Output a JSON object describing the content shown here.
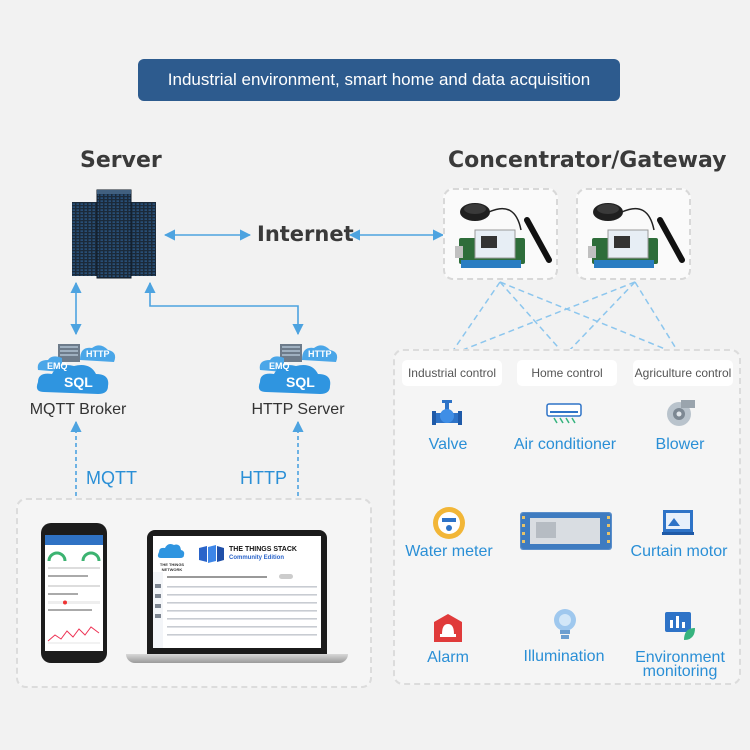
{
  "banner": "Industrial environment, smart home and data acquisition",
  "server": {
    "title": "Server"
  },
  "gateway": {
    "title": "Concentrator/Gateway"
  },
  "internet": "Internet",
  "mqtt_broker": {
    "label": "MQTT Broker",
    "emq": "EMQ",
    "http": "HTTP",
    "sql": "SQL"
  },
  "http_server": {
    "label": "HTTP Server",
    "emq": "EMQ",
    "http": "HTTP",
    "sql": "SQL"
  },
  "protocols": {
    "mqtt": "MQTT",
    "http": "HTTP"
  },
  "tabs": [
    "Industrial control",
    "Home control",
    "Agriculture control"
  ],
  "devices": {
    "valve": "Valve",
    "air_conditioner": "Air conditioner",
    "blower": "Blower",
    "water_meter": "Water meter",
    "curtain_motor": "Curtain motor",
    "alarm": "Alarm",
    "illumination": "Illumination",
    "environment_line1": "Environment",
    "environment_line2": "monitoring"
  },
  "laptop": {
    "title": "THE THINGS STACK",
    "subtitle": "Community Edition",
    "brand": "THE THINGS NETWORK"
  },
  "colors": {
    "arrow": "#4da3e0",
    "banner": "#2d5b8e",
    "label_blue": "#2a8fd6"
  }
}
